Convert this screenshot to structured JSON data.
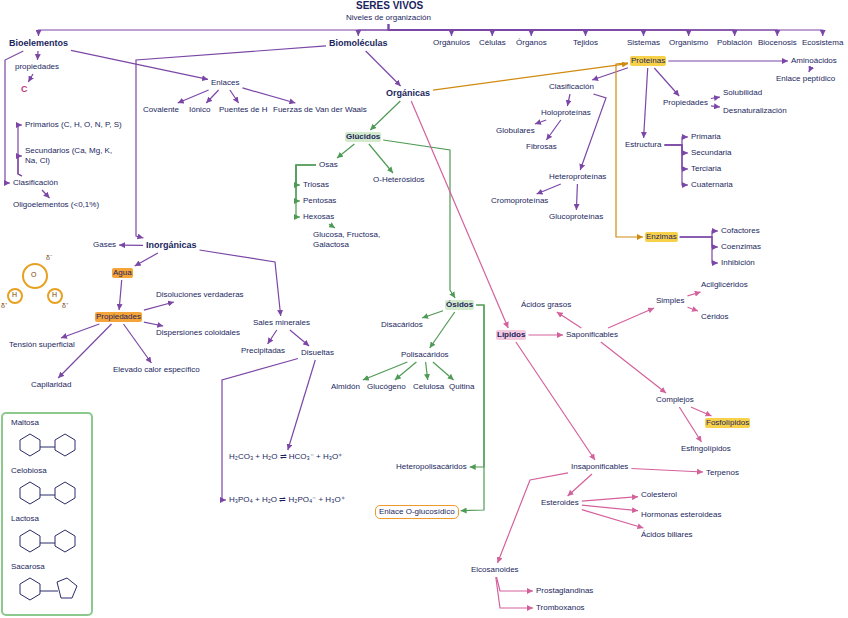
{
  "diagram": {
    "title": "SERES VIVOS",
    "nodes": [
      {
        "text": [
          "Niveles de organización"
        ]
      },
      {
        "text": [
          "Bioelementos"
        ]
      },
      {
        "text": [
          "Biomoléculas"
        ]
      },
      {
        "text": [
          "Orgánulos"
        ]
      },
      {
        "text": [
          "Células"
        ]
      },
      {
        "text": [
          "Órganos"
        ]
      },
      {
        "text": [
          "Tejidos"
        ]
      },
      {
        "text": [
          "Sistemas"
        ]
      },
      {
        "text": [
          "Organismo"
        ]
      },
      {
        "text": [
          "Población"
        ]
      },
      {
        "text": [
          "Biocenosis"
        ]
      },
      {
        "text": [
          "Ecosistema"
        ]
      },
      {
        "text": [
          "propiedades"
        ]
      },
      {
        "text": [
          "C"
        ]
      },
      {
        "text": [
          "Clasificación"
        ]
      },
      {
        "text": [
          "Primarios (C, H, O, N, P, S)"
        ]
      },
      {
        "text": [
          "Secundarios (Ca, Mg, K, Na, Cl)"
        ]
      },
      {
        "text": [
          "Oligoelementos (<0,1%)"
        ]
      },
      {
        "text": [
          "Enlaces"
        ]
      },
      {
        "text": [
          "Covalente"
        ]
      },
      {
        "text": [
          "Iónico"
        ]
      },
      {
        "text": [
          "Puentes de H"
        ]
      },
      {
        "text": [
          "Fuerzas de Van der Waals"
        ]
      },
      {
        "text": [
          "Inorgánicas"
        ]
      },
      {
        "text": [
          "Orgánicas"
        ]
      },
      {
        "text": [
          "Gases"
        ]
      },
      {
        "text": [
          "Agua"
        ]
      },
      {
        "text": [
          "Propiedades"
        ]
      },
      {
        "text": [
          "Disoluciones verdaderas"
        ]
      },
      {
        "text": [
          "Dispersiones coloidales"
        ]
      },
      {
        "text": [
          "Tensión superficial"
        ]
      },
      {
        "text": [
          "Capilaridad"
        ]
      },
      {
        "text": [
          "Elevado calor específico"
        ]
      },
      {
        "text": [
          "Sales minerales"
        ]
      },
      {
        "text": [
          "Precipitadas"
        ]
      },
      {
        "text": [
          "Disueltas"
        ]
      },
      {
        "text": [
          "H₂CO₃ + H₂O ⇌ HCO₃⁻ + H₃O⁺"
        ]
      },
      {
        "text": [
          "H₃PO₄ + H₂O ⇌ H₂PO₄⁻ + H₃O⁺"
        ]
      },
      {
        "text": [
          "Glúcidos"
        ]
      },
      {
        "text": [
          "Osas"
        ]
      },
      {
        "text": [
          "Triosas"
        ]
      },
      {
        "text": [
          "Pentosas"
        ]
      },
      {
        "text": [
          "Hexosas"
        ]
      },
      {
        "text": [
          "Glucosa, Fructosa, Galactosa"
        ]
      },
      {
        "text": [
          "O-Heterósidos"
        ]
      },
      {
        "text": [
          "Ósidos"
        ]
      },
      {
        "text": [
          "Disacáridos"
        ]
      },
      {
        "text": [
          "Polisacáridos"
        ]
      },
      {
        "text": [
          "Almidón"
        ]
      },
      {
        "text": [
          "Glucógeno"
        ]
      },
      {
        "text": [
          "Celulosa"
        ]
      },
      {
        "text": [
          "Quitina"
        ]
      },
      {
        "text": [
          "Heteropolisacáridos"
        ]
      },
      {
        "text": [
          "Enlace O-glucosídico"
        ]
      },
      {
        "text": [
          "Lípidos"
        ]
      },
      {
        "text": [
          "Saponificables"
        ]
      },
      {
        "text": [
          "Ácidos grasos"
        ]
      },
      {
        "text": [
          "Simples"
        ]
      },
      {
        "text": [
          "Acilglicéridos"
        ]
      },
      {
        "text": [
          "Céridos"
        ]
      },
      {
        "text": [
          "Complejos"
        ]
      },
      {
        "text": [
          "Fosfolípidos"
        ]
      },
      {
        "text": [
          "Esfingolípidos"
        ]
      },
      {
        "text": [
          "Insaponificables"
        ]
      },
      {
        "text": [
          "Terpenos"
        ]
      },
      {
        "text": [
          "Esteroides"
        ]
      },
      {
        "text": [
          "Colesterol"
        ]
      },
      {
        "text": [
          "Hormonas esteroideas"
        ]
      },
      {
        "text": [
          "Ácidos biliares"
        ]
      },
      {
        "text": [
          "Eicosanoides"
        ]
      },
      {
        "text": [
          "Prostaglandinas"
        ]
      },
      {
        "text": [
          "Tromboxanos"
        ]
      },
      {
        "text": [
          "Proteínas"
        ]
      },
      {
        "text": [
          "Clasificación"
        ]
      },
      {
        "text": [
          "Holoproteínas"
        ]
      },
      {
        "text": [
          "Globulares"
        ]
      },
      {
        "text": [
          "Fibrosas"
        ]
      },
      {
        "text": [
          "Heteroproteínas"
        ]
      },
      {
        "text": [
          "Cromoproteínas"
        ]
      },
      {
        "text": [
          "Glucoproteínas"
        ]
      },
      {
        "text": [
          "Propiedades"
        ]
      },
      {
        "text": [
          "Solubilidad"
        ]
      },
      {
        "text": [
          "Desnaturalización"
        ]
      },
      {
        "text": [
          "Estructura"
        ]
      },
      {
        "text": [
          "Primaria"
        ]
      },
      {
        "text": [
          "Secundaria"
        ]
      },
      {
        "text": [
          "Terciaria"
        ]
      },
      {
        "text": [
          "Cuaternaria"
        ]
      },
      {
        "text": [
          "Aminoácidos"
        ]
      },
      {
        "text": [
          "Enlace peptídico"
        ]
      },
      {
        "text": [
          "Enzimas"
        ]
      },
      {
        "text": [
          "Cofactores"
        ]
      },
      {
        "text": [
          "Coenzimas"
        ]
      },
      {
        "text": [
          "Inhibición"
        ]
      },
      {
        "text": [
          "Maltosa"
        ]
      },
      {
        "text": [
          "Celobiosa"
        ]
      },
      {
        "text": [
          "Lactosa"
        ]
      },
      {
        "text": [
          "Sacarosa"
        ]
      }
    ],
    "edges": [
      {
        "from": 0,
        "to": 1,
        "arrow": "to"
      },
      {
        "from": 0,
        "to": 2,
        "arrow": "to"
      },
      {
        "from": 0,
        "to": 3,
        "arrow": "to"
      },
      {
        "from": 0,
        "to": 4,
        "arrow": "to"
      },
      {
        "from": 0,
        "to": 5,
        "arrow": "to"
      },
      {
        "from": 0,
        "to": 6,
        "arrow": "to"
      },
      {
        "from": 0,
        "to": 7,
        "arrow": "to"
      },
      {
        "from": 0,
        "to": 8,
        "arrow": "to"
      },
      {
        "from": 0,
        "to": 9,
        "arrow": "to"
      },
      {
        "from": 0,
        "to": 10,
        "arrow": "to"
      },
      {
        "from": 0,
        "to": 11,
        "arrow": "to"
      },
      {
        "from": 1,
        "to": 12,
        "arrow": "to"
      },
      {
        "from": 12,
        "to": 13,
        "arrow": "to"
      },
      {
        "from": 1,
        "to": 14,
        "arrow": "to"
      },
      {
        "from": 14,
        "to": 15,
        "arrow": "to"
      },
      {
        "from": 14,
        "to": 16,
        "arrow": "to"
      },
      {
        "from": 14,
        "to": 17,
        "arrow": "to"
      },
      {
        "from": 1,
        "to": 18,
        "arrow": "to"
      },
      {
        "from": 18,
        "to": 19,
        "arrow": "to"
      },
      {
        "from": 18,
        "to": 20,
        "arrow": "to"
      },
      {
        "from": 18,
        "to": 21,
        "arrow": "to"
      },
      {
        "from": 18,
        "to": 22,
        "arrow": "to"
      },
      {
        "from": 2,
        "to": 23,
        "arrow": "to"
      },
      {
        "from": 2,
        "to": 24,
        "arrow": "to"
      },
      {
        "from": 23,
        "to": 25,
        "arrow": "to"
      },
      {
        "from": 23,
        "to": 26,
        "arrow": "to"
      },
      {
        "from": 23,
        "to": 33,
        "arrow": "to"
      },
      {
        "from": 26,
        "to": 27,
        "arrow": "to"
      },
      {
        "from": 27,
        "to": 28,
        "arrow": "to"
      },
      {
        "from": 27,
        "to": 29,
        "arrow": "to"
      },
      {
        "from": 27,
        "to": 30,
        "arrow": "to"
      },
      {
        "from": 27,
        "to": 31,
        "arrow": "to"
      },
      {
        "from": 27,
        "to": 32,
        "arrow": "to"
      },
      {
        "from": 33,
        "to": 34,
        "arrow": "to"
      },
      {
        "from": 33,
        "to": 35,
        "arrow": "to"
      },
      {
        "from": 35,
        "to": 36,
        "arrow": "to"
      },
      {
        "from": 35,
        "to": 37,
        "arrow": "to"
      },
      {
        "from": 24,
        "to": 38,
        "arrow": "to"
      },
      {
        "from": 38,
        "to": 39,
        "arrow": "to"
      },
      {
        "from": 38,
        "to": 44,
        "arrow": "to"
      },
      {
        "from": 38,
        "to": 45,
        "arrow": "to"
      },
      {
        "from": 39,
        "to": 40,
        "arrow": "to"
      },
      {
        "from": 39,
        "to": 41,
        "arrow": "to"
      },
      {
        "from": 39,
        "to": 42,
        "arrow": "to"
      },
      {
        "from": 42,
        "to": 43,
        "arrow": "to"
      },
      {
        "from": 45,
        "to": 46,
        "arrow": "to"
      },
      {
        "from": 45,
        "to": 47,
        "arrow": "to"
      },
      {
        "from": 47,
        "to": 48,
        "arrow": "to"
      },
      {
        "from": 47,
        "to": 49,
        "arrow": "to"
      },
      {
        "from": 47,
        "to": 50,
        "arrow": "to"
      },
      {
        "from": 47,
        "to": 51,
        "arrow": "to"
      },
      {
        "from": 45,
        "to": 52,
        "arrow": "to"
      },
      {
        "from": 45,
        "to": 53,
        "arrow": "to"
      },
      {
        "from": 24,
        "to": 54,
        "arrow": "to"
      },
      {
        "from": 54,
        "to": 55,
        "arrow": "to"
      },
      {
        "from": 54,
        "to": 63,
        "arrow": "to"
      },
      {
        "from": 55,
        "to": 56,
        "arrow": "to"
      },
      {
        "from": 55,
        "to": 57,
        "arrow": "to"
      },
      {
        "from": 55,
        "to": 60,
        "arrow": "to"
      },
      {
        "from": 57,
        "to": 58,
        "arrow": "to"
      },
      {
        "from": 57,
        "to": 59,
        "arrow": "to"
      },
      {
        "from": 60,
        "to": 61,
        "arrow": "to"
      },
      {
        "from": 60,
        "to": 62,
        "arrow": "to"
      },
      {
        "from": 63,
        "to": 64,
        "arrow": "to"
      },
      {
        "from": 63,
        "to": 65,
        "arrow": "to"
      },
      {
        "from": 63,
        "to": 69,
        "arrow": "to"
      },
      {
        "from": 65,
        "to": 66,
        "arrow": "to"
      },
      {
        "from": 65,
        "to": 67,
        "arrow": "to"
      },
      {
        "from": 65,
        "to": 68,
        "arrow": "to"
      },
      {
        "from": 69,
        "to": 70,
        "arrow": "to"
      },
      {
        "from": 69,
        "to": 71,
        "arrow": "to"
      },
      {
        "from": 24,
        "to": 72,
        "arrow": "to"
      },
      {
        "from": 72,
        "to": 73,
        "arrow": "to"
      },
      {
        "from": 73,
        "to": 74,
        "arrow": "to"
      },
      {
        "from": 73,
        "to": 77,
        "arrow": "to"
      },
      {
        "from": 74,
        "to": 75,
        "arrow": "to"
      },
      {
        "from": 74,
        "to": 76,
        "arrow": "to"
      },
      {
        "from": 77,
        "to": 78,
        "arrow": "to"
      },
      {
        "from": 77,
        "to": 79,
        "arrow": "to"
      },
      {
        "from": 72,
        "to": 80,
        "arrow": "to"
      },
      {
        "from": 80,
        "to": 81,
        "arrow": "to"
      },
      {
        "from": 80,
        "to": 82,
        "arrow": "to"
      },
      {
        "from": 72,
        "to": 83,
        "arrow": "to"
      },
      {
        "from": 83,
        "to": 84,
        "arrow": "to"
      },
      {
        "from": 83,
        "to": 85,
        "arrow": "to"
      },
      {
        "from": 83,
        "to": 86,
        "arrow": "to"
      },
      {
        "from": 83,
        "to": 87,
        "arrow": "to"
      },
      {
        "from": 72,
        "to": 88,
        "arrow": "to"
      },
      {
        "from": 88,
        "to": 89,
        "arrow": "to"
      },
      {
        "from": 72,
        "to": 90,
        "arrow": "to"
      },
      {
        "from": 90,
        "to": 91,
        "arrow": "to"
      },
      {
        "from": 90,
        "to": 92,
        "arrow": "to"
      },
      {
        "from": 90,
        "to": 93,
        "arrow": "to"
      }
    ],
    "labels": [
      "O",
      "H",
      "H",
      "δ⁻",
      "δ⁺",
      "δ⁺"
    ]
  }
}
